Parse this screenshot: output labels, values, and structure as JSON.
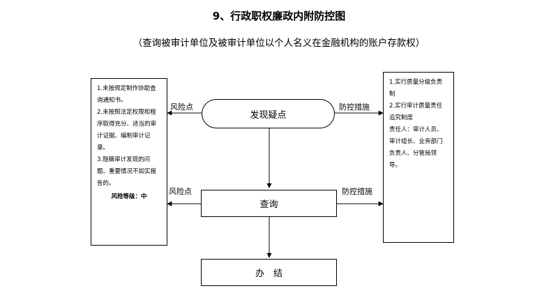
{
  "title": "9、行政职权廉政内附防控图",
  "subtitle": "（查询被审计单位及被审计单位以个人名义在金融机构的账户存款权）",
  "left_box": {
    "items": [
      "1.未按规定制作协助查询通知书。",
      "2.未按照法定权限和程序取得充分、适当的审计证据、编制审计记录。",
      "3.隐瞒审计发现的问题、重要情况不如实报告的。"
    ],
    "risk_level": "风险等级：中"
  },
  "right_box": {
    "items": [
      "1.实行质量分级负责制",
      "2.实行审计质量责任追究制度",
      "责任人：审计人员、审计组长、业务部门负责人、分管局领导。"
    ]
  },
  "nodes": {
    "discover": "发现疑点",
    "query": "查询",
    "finish": "办　结"
  },
  "labels": {
    "risk_point_1": "风险点",
    "control_1": "防控措施",
    "risk_point_2": "风险点",
    "control_2": "防控措施"
  }
}
